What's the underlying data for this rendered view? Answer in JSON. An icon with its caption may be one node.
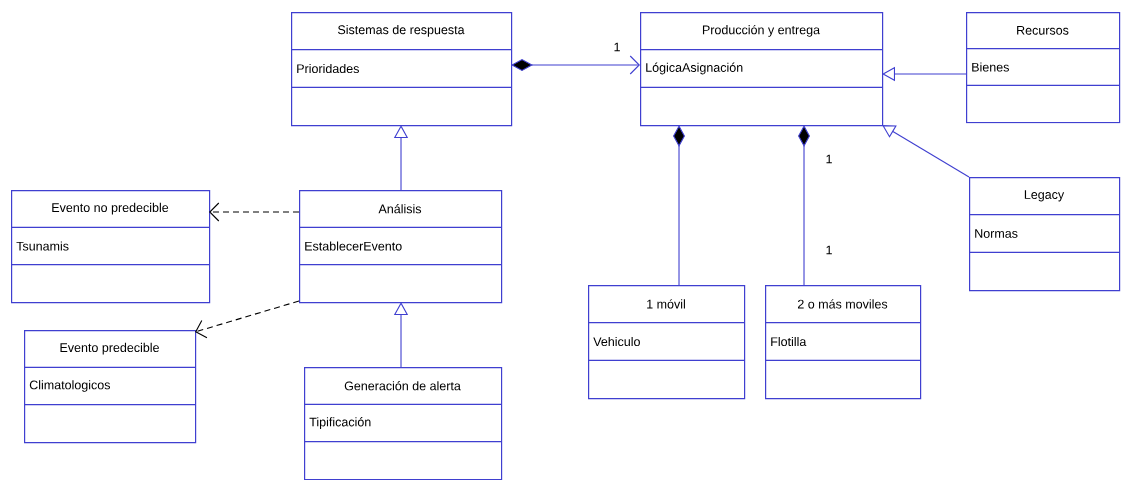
{
  "diagram": {
    "nodes": [
      {
        "text": [
          "Sistemas de respuesta",
          "Prioridades"
        ]
      },
      {
        "text": [
          "Producción y entrega",
          "LógicaAsignación"
        ]
      },
      {
        "text": [
          "Recursos",
          "Bienes"
        ]
      },
      {
        "text": [
          "Evento no predecible",
          "Tsunamis"
        ]
      },
      {
        "text": [
          "Análisis",
          "EstablecerEvento"
        ]
      },
      {
        "text": [
          "Legacy",
          "Normas"
        ]
      },
      {
        "text": [
          "Evento predecible",
          "Climatologicos"
        ]
      },
      {
        "text": [
          "1 móvil",
          "Vehiculo"
        ]
      },
      {
        "text": [
          "2 o más moviles",
          "Flotilla"
        ]
      },
      {
        "text": [
          "Generación de alerta",
          "Tipificación"
        ]
      }
    ],
    "edges": [
      {
        "from": 0,
        "to": 1,
        "arrow": "to",
        "label": "1"
      },
      {
        "from": 4,
        "to": 0,
        "arrow": "to"
      },
      {
        "from": 9,
        "to": 4,
        "arrow": "to"
      },
      {
        "from": 4,
        "to": 3,
        "arrow": "to",
        "style": "dashed",
        "color": "#000000"
      },
      {
        "from": 4,
        "to": 6,
        "arrow": "to",
        "style": "dashed",
        "color": "#000000"
      },
      {
        "from": 2,
        "to": 1,
        "arrow": "to"
      },
      {
        "from": 5,
        "to": 1,
        "arrow": "to"
      },
      {
        "from": 1,
        "to": 7,
        "arrow": "other"
      },
      {
        "from": 1,
        "to": 8,
        "arrow": "other",
        "label": "1"
      }
    ],
    "labels": [
      "1"
    ]
  }
}
